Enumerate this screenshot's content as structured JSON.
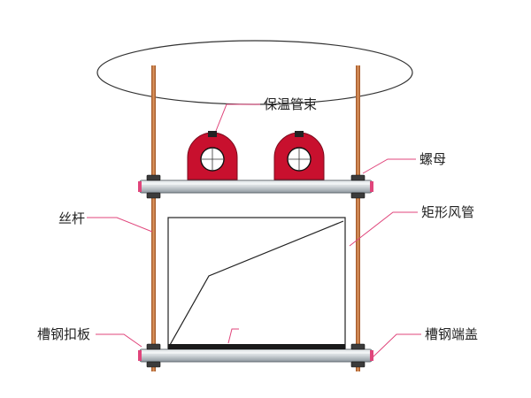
{
  "labels": {
    "insulation_clamp": "保温管束",
    "nut": "螺母",
    "threaded_rod": "丝杆",
    "rectangular_duct": "矩形风管",
    "channel_clamp_plate": "槽钢扣板",
    "channel_end_cap": "槽钢端盖"
  },
  "colors": {
    "rod": "#c8733f",
    "rod_dark": "#9a4f22",
    "clamp_red": "#c8102e",
    "leader_pink": "#e0457b",
    "steel": "#9aa3aa",
    "steel_dark": "#5f676e"
  }
}
